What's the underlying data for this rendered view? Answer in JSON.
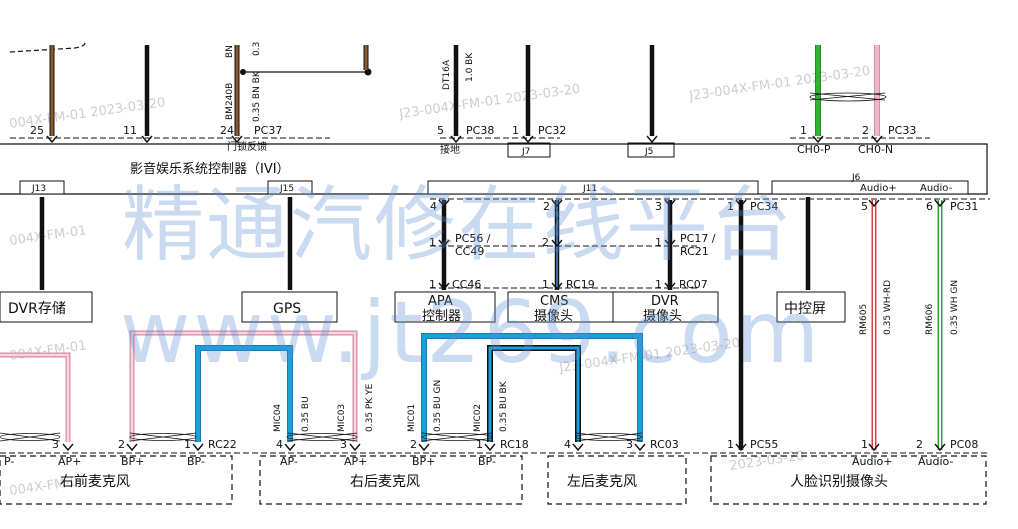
{
  "colors": {
    "brown": "#8a5a2b",
    "black": "#111111",
    "green": "#2db52d",
    "pink": "#f2b4c8",
    "blue": "#1aa0dc",
    "red_stripe": "#d94040",
    "green_stripe": "#33a033",
    "watermark": "#5b8fd6"
  },
  "watermark": {
    "text_cn": "精通汽修在线平台",
    "text_url": "www.jt269.com",
    "timestamps": [
      "J23-004X-FM-01 2023-03-20",
      "J23-004X-FM-01 2023-03-20",
      "004X-FM-01 2023-03-20",
      "J23-004X-FM-01 2023-03-20",
      "004X-FM-01",
      "2023-03-20"
    ]
  },
  "top": {
    "pin_25": "25",
    "pin_11": "11",
    "pin_24": "24",
    "pc37": "PC37",
    "wire_bm240b": "BM240B",
    "wire_035_bn_bk": "0.35 BN BK",
    "wire_bn": "BN",
    "wire_03": "0.3",
    "door_lock": "门锁反馈",
    "pin_5": "5",
    "pc38": "PC38",
    "wire_dt16a": "DT16A",
    "wire_10_bk": "1.0 BK",
    "ground": "接地",
    "pin_1_pc32": "1",
    "pc32": "PC32",
    "j7": "J7",
    "j5": "J5",
    "pin_1_ch0p": "1",
    "pin_2_ch0n": "2",
    "pc33": "PC33",
    "ch0p": "CH0-P",
    "ch0n": "CH0-N"
  },
  "ivi": {
    "title": "影音娱乐系统控制器（IVI）",
    "j13": "J13",
    "j15": "J15",
    "j11": "J11",
    "j6": "J6",
    "audio_plus": "Audio+",
    "audio_minus": "Audio-",
    "pin_4": "4",
    "pin_2": "2",
    "pin_3": "3",
    "pin_1_pc34": "1",
    "pc34": "PC34",
    "pin_5": "5",
    "pin_6": "6",
    "pc31": "PC31"
  },
  "mid": {
    "pc56_cc49_a": "PC56 /",
    "pc56_cc49_b": "CC49",
    "pc17_rc21_a": "PC17 /",
    "pc17_rc21_b": "RC21",
    "pin_1a": "1",
    "pin_2a": "2",
    "pin_1b": "1",
    "pin_1c": "1",
    "pin_1d": "1",
    "pin_1e": "1",
    "cc46": "CC46",
    "rc19": "RC19",
    "rc07": "RC07",
    "rm605": "RM605",
    "wire_035_wh_rd": "0.35 WH-RD",
    "rm606": "RM606",
    "wire_035_wh_gn": "0.35 WH GN"
  },
  "modules": {
    "dvr_storage": "DVR存储",
    "gps": "GPS",
    "apa_line1": "APA",
    "apa_line2": "控制器",
    "cms_line1": "CMS",
    "cms_line2": "摄像头",
    "dvr_line1": "DVR",
    "dvr_line2": "摄像头",
    "center_screen": "中控屏"
  },
  "bottom": {
    "wire_mic04": "MIC04",
    "wire_035_bu": "0.35 BU",
    "wire_mic03": "MIC03",
    "wire_035_pk_ye": "0.35 PK YE",
    "wire_mic01": "MIC01",
    "wire_035_bu_gn": "0.35 BU GN",
    "wire_mic02": "MIC02",
    "wire_035_bu_bk": "0.35 BU BK",
    "mic_fr_pin3": "3",
    "mic_fr_pin2": "2",
    "mic_fr_pin1": "1",
    "rc22": "RC22",
    "mic_fr_ap_plus": "AP+",
    "mic_fr_bp_plus": "BP+",
    "mic_fr_bp_minus": "BP-",
    "mic_fr_left": "P-",
    "mic_fr_label": "右前麦克风",
    "mic_rr_pin4": "4",
    "mic_rr_pin3": "3",
    "mic_rr_pin2": "2",
    "mic_rr_pin1": "1",
    "rc18": "RC18",
    "mic_rr_ap_minus": "AP-",
    "mic_rr_ap_plus": "AP+",
    "mic_rr_bp_plus": "BP+",
    "mic_rr_bp_minus": "BP-",
    "mic_rr_label": "右后麦克风",
    "mic_rl_pin4": "4",
    "mic_rl_pin3": "3",
    "rc03": "RC03",
    "mic_rl_label": "左后麦克风",
    "face_pin1": "1",
    "pc55": "PC55",
    "face_pin1b": "1",
    "face_pin2": "2",
    "pc08": "PC08",
    "face_audio_plus": "Audio+",
    "face_audio_minus": "Audio-",
    "face_label": "人脸识别摄像头"
  }
}
